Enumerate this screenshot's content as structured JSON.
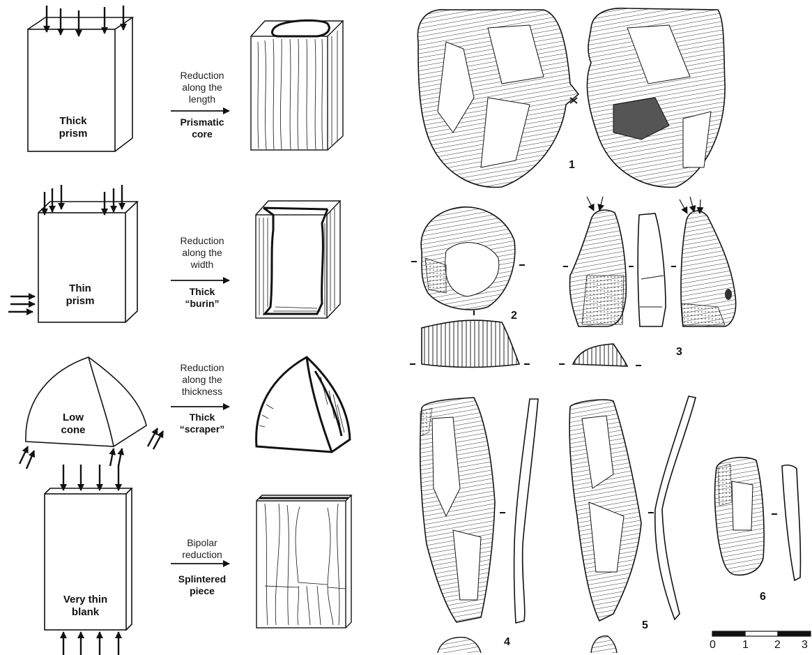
{
  "rows": [
    {
      "shape": {
        "line1": "Thick",
        "line2": "prism"
      },
      "process": {
        "line1": "Reduction",
        "line2": "along the",
        "line3": "length"
      },
      "result": {
        "line1": "Prismatic",
        "line2": "core"
      }
    },
    {
      "shape": {
        "line1": "Thin",
        "line2": "prism"
      },
      "process": {
        "line1": "Reduction",
        "line2": "along the",
        "line3": "width"
      },
      "result": {
        "line1": "Thick",
        "line2": "“burin”"
      }
    },
    {
      "shape": {
        "line1": "Low",
        "line2": "cone"
      },
      "process": {
        "line1": "Reduction",
        "line2": "along the",
        "line3": "thickness"
      },
      "result": {
        "line1": "Thick",
        "line2": "“scraper”"
      }
    },
    {
      "shape": {
        "line1": "Very thin",
        "line2": "blank"
      },
      "process": {
        "line1": "Bipolar",
        "line2": "reduction"
      },
      "result": {
        "line1": "Splintered",
        "line2": "piece"
      }
    }
  ],
  "artifacts": [
    "1",
    "2",
    "3",
    "4",
    "5",
    "6"
  ],
  "scale_bar": {
    "ticks": [
      "0",
      "1",
      "2",
      "3"
    ]
  }
}
